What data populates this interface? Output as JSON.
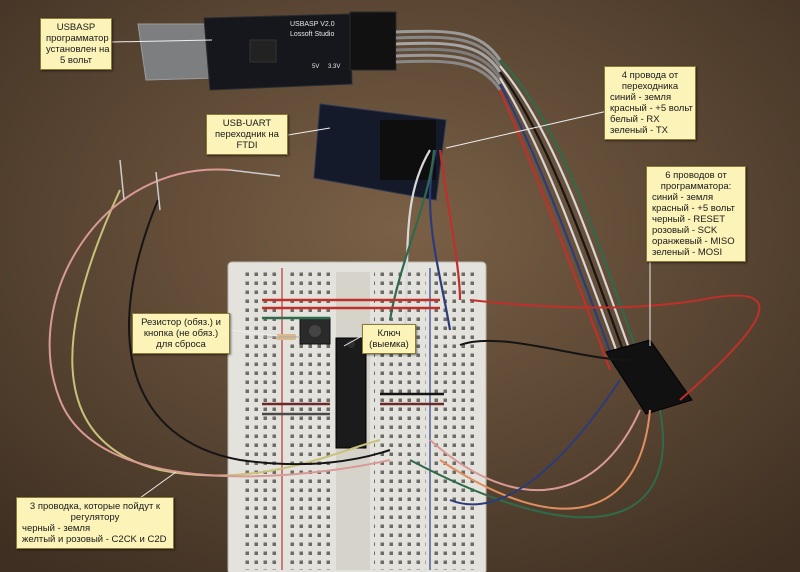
{
  "colors": {
    "table": "#5a4632",
    "board": "#e4e2dc",
    "note_bg": "#fbf3b8",
    "wire_red": "#c0302a",
    "wire_blue": "#2b3c7a",
    "wire_white": "#d8d8d8",
    "wire_green": "#2f6a4a",
    "wire_pink": "#d99a95",
    "wire_yellow": "#c9c27a",
    "wire_black": "#151515"
  },
  "components": {
    "usbasp_label": "USBASP V2.0",
    "usbasp_brand": "Lossoft Studio",
    "voltage_5v": "5V",
    "voltage_3v3": "3.3V"
  },
  "annotations": {
    "usbasp": [
      "USBASP",
      "программатор",
      "установлен на",
      "5 вольт"
    ],
    "adapter_wires": [
      "4 провода от",
      "переходника",
      "синий - земля",
      "красный - +5 вольт",
      "белый - RX",
      "зеленый - TX"
    ],
    "usb_uart": [
      "USB-UART",
      "переходник на",
      "FTDI"
    ],
    "programmer_wires": [
      "6 проводов от",
      "программатора:",
      "синий - земля",
      "красный - +5 вольт",
      "черный - RESET",
      "розовый - SCK",
      "оранжевый - MISO",
      "зеленый - MOSI"
    ],
    "reset": [
      "Резистор (обяз.) и",
      "кнопка (не обяз.)",
      "для сброса"
    ],
    "key": [
      "Ключ",
      "(выемка)"
    ],
    "regulator_wires": [
      "3 проводка, которые пойдут к",
      "регулятору",
      "черный - земля",
      "желтый и розовый - C2CK и C2D"
    ]
  }
}
